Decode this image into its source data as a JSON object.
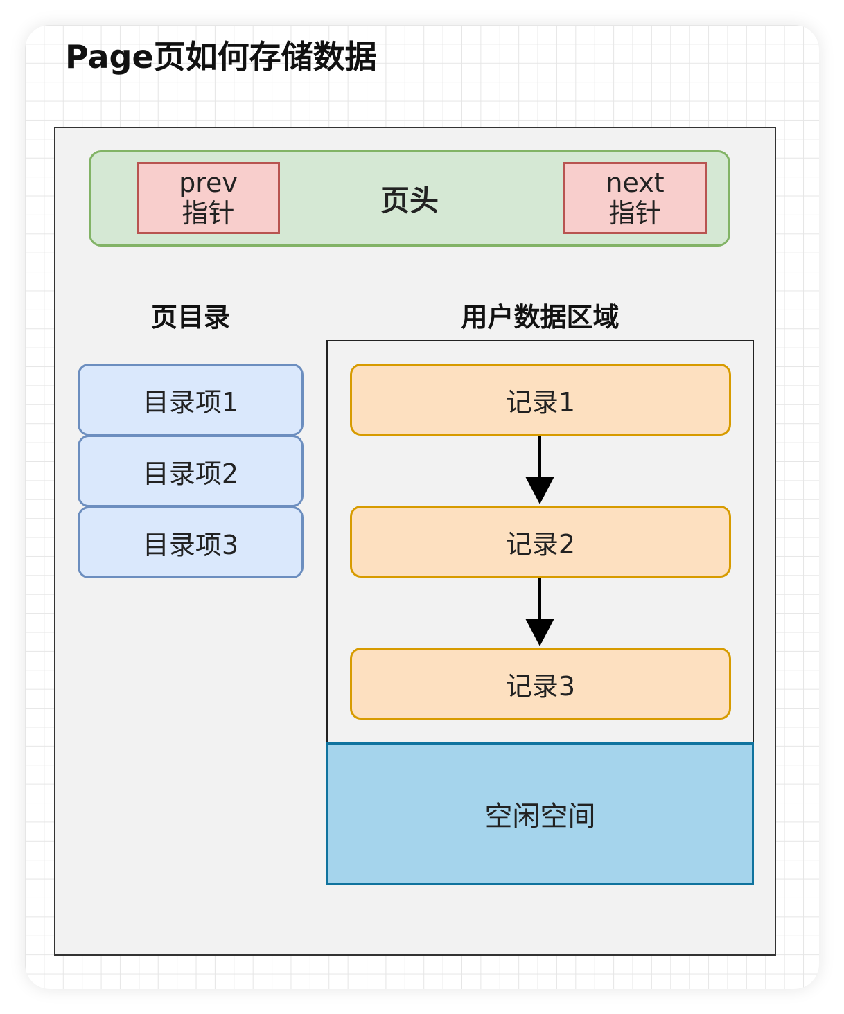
{
  "title": "Page页如何存储数据",
  "header": {
    "label": "页头",
    "prev": {
      "line1": "prev",
      "line2": "指针"
    },
    "next": {
      "line1": "next",
      "line2": "指针"
    }
  },
  "directory": {
    "label": "页目录",
    "items": [
      "目录项1",
      "目录项2",
      "目录项3"
    ]
  },
  "user_data": {
    "label": "用户数据区域",
    "records": [
      "记录1",
      "记录2",
      "记录3"
    ]
  },
  "free_space": "空闲空间",
  "colors": {
    "header_fill": "#d5e8d4",
    "header_stroke": "#82b366",
    "pointer_fill": "#f8cecc",
    "pointer_stroke": "#b85450",
    "directory_fill": "#dae8fc",
    "directory_stroke": "#6c8ebf",
    "record_fill": "#fde0c0",
    "record_stroke": "#d79b00",
    "free_fill": "#a5d4ec",
    "free_stroke": "#10739e"
  }
}
